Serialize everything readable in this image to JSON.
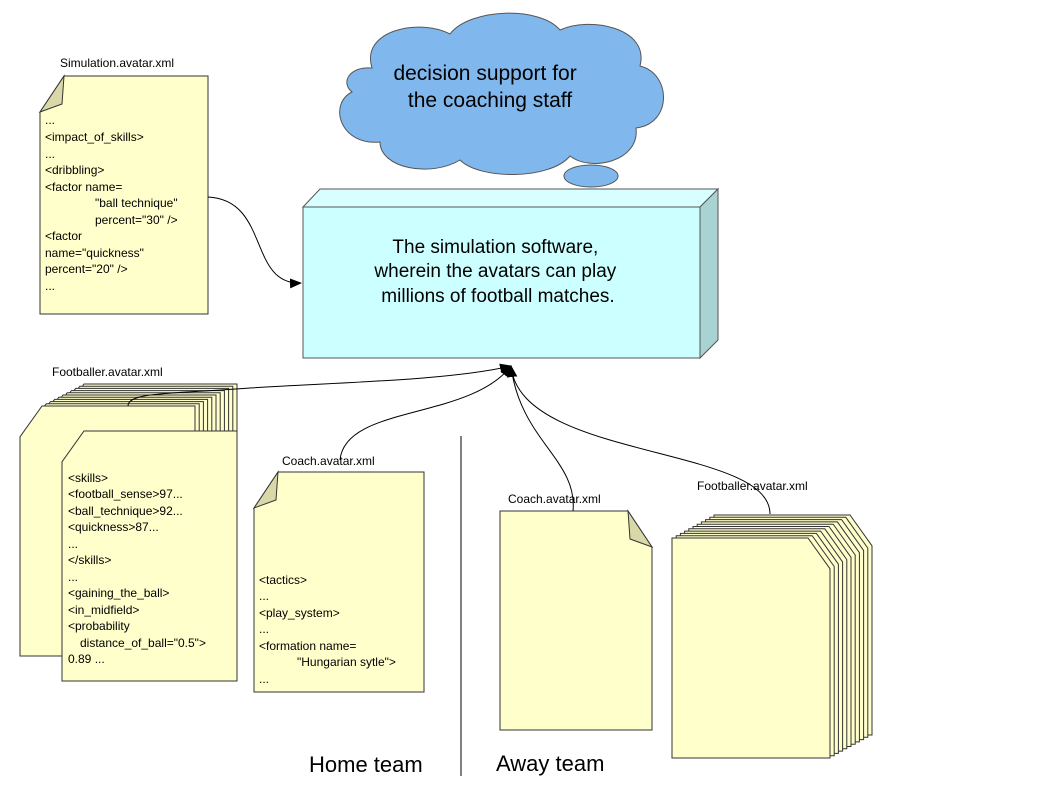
{
  "cloud": {
    "lines": [
      "decision support for",
      "the coaching staff"
    ]
  },
  "simulation_box": {
    "lines": [
      "The simulation software,",
      "wherein the avatars can play",
      "millions of football matches."
    ]
  },
  "simulation_doc": {
    "label": "Simulation.avatar.xml",
    "lines": [
      "...",
      "<impact_of_skills>",
      "...",
      "<dribbling>",
      "<factor name=",
      "\"ball technique\"",
      "percent=\"30\" />",
      "<factor",
      "name=\"quickness\"",
      "percent=\"20\" />",
      "..."
    ]
  },
  "home_footballer_doc": {
    "label": "Footballer.avatar.xml",
    "lines": [
      "<skills>",
      "<football_sense>97...",
      "<ball_technique>92...",
      "<quickness>87...",
      "...",
      "</skills>",
      "...",
      "<gaining_the_ball>",
      "<in_midfield>",
      "<probability",
      "distance_of_ball=\"0.5\">",
      "0.89 ..."
    ]
  },
  "home_coach_doc": {
    "label": "Coach.avatar.xml",
    "lines": [
      "<tactics>",
      "...",
      "<play_system>",
      "...",
      "<formation name=",
      "\"Hungarian sytle\">",
      "..."
    ]
  },
  "away_coach_doc": {
    "label": "Coach.avatar.xml"
  },
  "away_footballer_doc": {
    "label": "Footballer.avatar.xml"
  },
  "teams": {
    "home": "Home team",
    "away": "Away team"
  },
  "colors": {
    "doc_fill": "#ffffcc",
    "box_front": "#ccffff",
    "box_side": "#a9d2d2",
    "cloud": "#80b8ee"
  }
}
